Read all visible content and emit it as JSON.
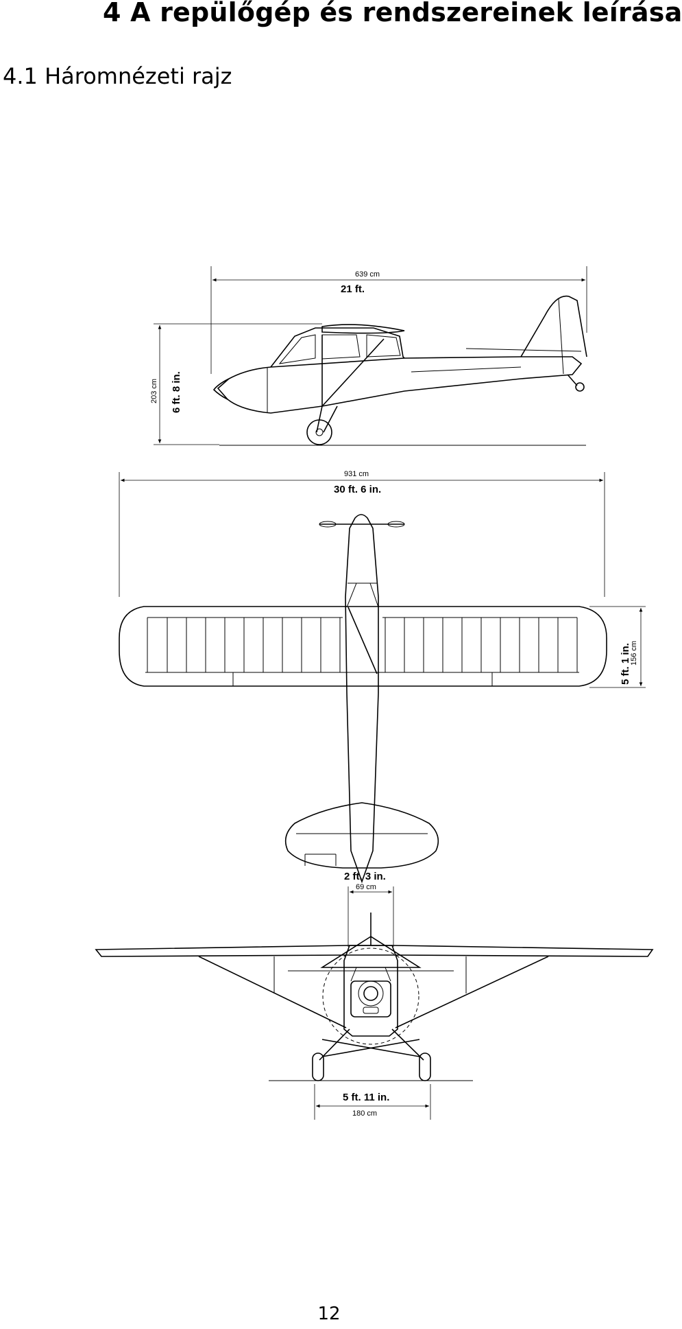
{
  "document": {
    "chapter_title": "4 A repülőgép és rendszereinek leírása",
    "section_title": "4.1 Háromnézeti rajz",
    "page_number": "12"
  },
  "drawing": {
    "side_view": {
      "length_cm": "639 cm",
      "length_ft": "21 ft.",
      "height_cm": "203 cm",
      "height_ft": "6 ft.   8 in."
    },
    "top_view": {
      "span_cm": "931 cm",
      "span_ft": "30 ft.   6 in.",
      "chord_ft": "5 ft.   1 in.",
      "chord_cm": "156 cm"
    },
    "front_view": {
      "fuselage_ft": "2 ft.   3 in.",
      "fuselage_cm": "69 cm",
      "track_ft": "5 ft.   11 in.",
      "track_cm": "180 cm"
    }
  }
}
